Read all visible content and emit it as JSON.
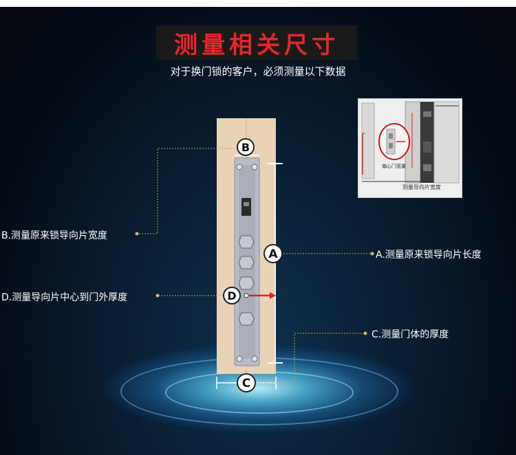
{
  "header": {
    "title": "测量相关尺寸",
    "subtitle": "对于换门锁的客户，必须测量以下数据"
  },
  "labels": {
    "b": "B.测量原来锁导向片宽度",
    "d": "D.测量导向片中心到门外厚度",
    "a": "A.测量原来锁导向片长度",
    "c": "C.测量门体的厚度"
  },
  "markers": {
    "a": "A",
    "b": "B",
    "c": "C",
    "d": "D"
  },
  "inset": {
    "caption_top": "偏心门宽量",
    "caption_bottom": "测量导向片宽度"
  },
  "colors": {
    "title_red": "#e8262b",
    "door_panel": "#e8d3b8",
    "leader_gold": "#c8a15a",
    "arrow_red": "#e02020"
  }
}
